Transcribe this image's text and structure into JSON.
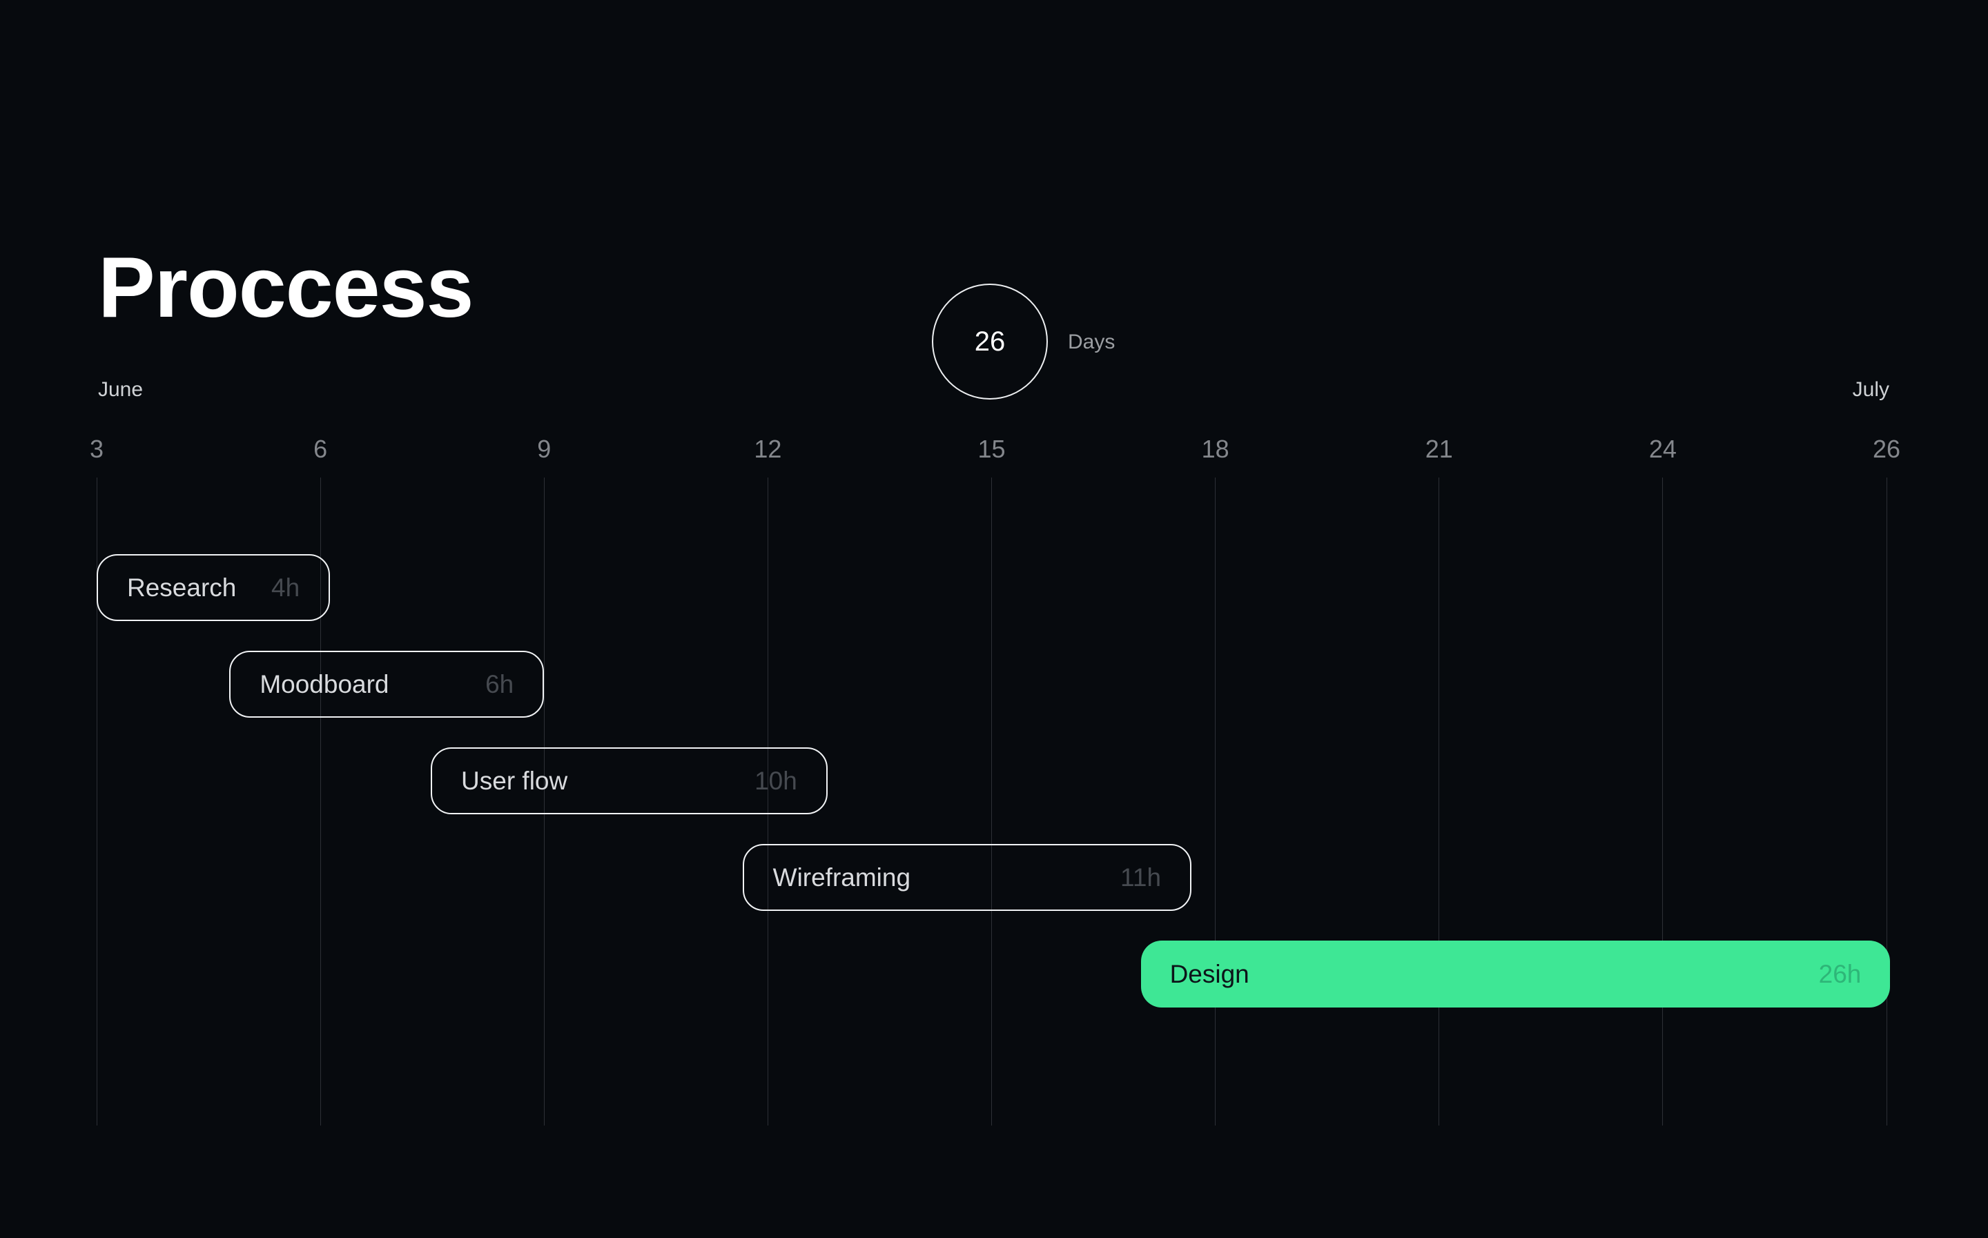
{
  "header": {
    "title": "Proccess",
    "duration_badge": {
      "value": "26",
      "label": "Days"
    }
  },
  "chart_data": {
    "type": "gantt",
    "title": "Proccess",
    "months": {
      "left": "June",
      "right": "July"
    },
    "axis": {
      "tick_labels": [
        "3",
        "6",
        "9",
        "12",
        "15",
        "18",
        "21",
        "24",
        "26"
      ],
      "day_start": 3,
      "day_end": 27,
      "unit": "day of month",
      "grid": "vertical lines, evenly spaced"
    },
    "total_days": 26,
    "tasks": [
      {
        "name": "Research",
        "hours": "4h",
        "start_day": 3.0,
        "end_day": 6.13,
        "style": "outline"
      },
      {
        "name": "Moodboard",
        "hours": "6h",
        "start_day": 4.78,
        "end_day": 9.0,
        "style": "outline"
      },
      {
        "name": "User flow",
        "hours": "10h",
        "start_day": 7.48,
        "end_day": 12.8,
        "style": "outline"
      },
      {
        "name": "Wireframing",
        "hours": "11h",
        "start_day": 11.66,
        "end_day": 17.68,
        "style": "outline"
      },
      {
        "name": "Design",
        "hours": "26h",
        "start_day": 17.0,
        "end_day": 27.05,
        "style": "filled"
      }
    ],
    "colors": {
      "background": "#070a0e",
      "accent_green": "#3ee795",
      "accent_green_text": "#2eb678",
      "grid_line": "#2d3036",
      "axis_text": "#84878c",
      "muted_text": "#464a50",
      "bar_border": "#f1f3f5",
      "bar_label": "#d9dbde",
      "month_text": "#cfd2d5",
      "days_text": "#9b9ea2",
      "badge_border": "#edeff1",
      "filled_label": "#0d1419"
    }
  }
}
